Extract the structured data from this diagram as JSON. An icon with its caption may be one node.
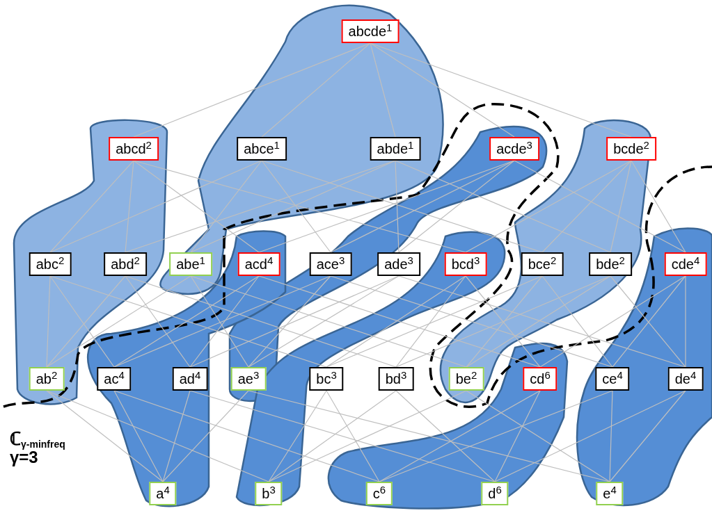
{
  "diagram": {
    "nodes": [
      {
        "text": [
          "abcde$^{1}$"
        ]
      },
      {
        "text": [
          "abcd$^{2}$"
        ]
      },
      {
        "text": [
          "abce$^{1}$"
        ]
      },
      {
        "text": [
          "abde$^{1}$"
        ]
      },
      {
        "text": [
          "acde$^{3}$"
        ]
      },
      {
        "text": [
          "bcde$^{2}$"
        ]
      },
      {
        "text": [
          "abc$^{2}$"
        ]
      },
      {
        "text": [
          "abd$^{2}$"
        ]
      },
      {
        "text": [
          "abe$^{1}$"
        ]
      },
      {
        "text": [
          "acd$^{4}$"
        ]
      },
      {
        "text": [
          "ace$^{3}$"
        ]
      },
      {
        "text": [
          "ade$^{3}$"
        ]
      },
      {
        "text": [
          "bcd$^{3}$"
        ]
      },
      {
        "text": [
          "bce$^{2}$"
        ]
      },
      {
        "text": [
          "bde$^{2}$"
        ]
      },
      {
        "text": [
          "cde$^{4}$"
        ]
      },
      {
        "text": [
          "ab$^{2}$"
        ]
      },
      {
        "text": [
          "ac$^{4}$"
        ]
      },
      {
        "text": [
          "ad$^{4}$"
        ]
      },
      {
        "text": [
          "ae$^{3}$"
        ]
      },
      {
        "text": [
          "bc$^{3}$"
        ]
      },
      {
        "text": [
          "bd$^{3}$"
        ]
      },
      {
        "text": [
          "be$^{2}$"
        ]
      },
      {
        "text": [
          "cd$^{6}$"
        ]
      },
      {
        "text": [
          "ce$^{4}$"
        ]
      },
      {
        "text": [
          "de$^{4}$"
        ]
      },
      {
        "text": [
          "a$^{4}$"
        ]
      },
      {
        "text": [
          "b$^{3}$"
        ]
      },
      {
        "text": [
          "c$^{6}$"
        ]
      },
      {
        "text": [
          "d$^{6}$"
        ]
      },
      {
        "text": [
          "e$^{4}$"
        ]
      }
    ],
    "edges": [
      {
        "from": 0,
        "to": 1,
        "arrow": "none"
      },
      {
        "from": 0,
        "to": 2,
        "arrow": "none"
      },
      {
        "from": 0,
        "to": 3,
        "arrow": "none"
      },
      {
        "from": 0,
        "to": 4,
        "arrow": "none"
      },
      {
        "from": 0,
        "to": 5,
        "arrow": "none"
      },
      {
        "from": 1,
        "to": 6,
        "arrow": "none"
      },
      {
        "from": 1,
        "to": 7,
        "arrow": "none"
      },
      {
        "from": 1,
        "to": 9,
        "arrow": "none"
      },
      {
        "from": 1,
        "to": 12,
        "arrow": "none"
      },
      {
        "from": 2,
        "to": 6,
        "arrow": "none"
      },
      {
        "from": 2,
        "to": 8,
        "arrow": "none"
      },
      {
        "from": 2,
        "to": 10,
        "arrow": "none"
      },
      {
        "from": 2,
        "to": 13,
        "arrow": "none"
      },
      {
        "from": 3,
        "to": 7,
        "arrow": "none"
      },
      {
        "from": 3,
        "to": 8,
        "arrow": "none"
      },
      {
        "from": 3,
        "to": 11,
        "arrow": "none"
      },
      {
        "from": 3,
        "to": 14,
        "arrow": "none"
      },
      {
        "from": 4,
        "to": 9,
        "arrow": "none"
      },
      {
        "from": 4,
        "to": 10,
        "arrow": "none"
      },
      {
        "from": 4,
        "to": 11,
        "arrow": "none"
      },
      {
        "from": 4,
        "to": 15,
        "arrow": "none"
      },
      {
        "from": 5,
        "to": 12,
        "arrow": "none"
      },
      {
        "from": 5,
        "to": 13,
        "arrow": "none"
      },
      {
        "from": 5,
        "to": 14,
        "arrow": "none"
      },
      {
        "from": 5,
        "to": 15,
        "arrow": "none"
      },
      {
        "from": 6,
        "to": 16,
        "arrow": "none"
      },
      {
        "from": 6,
        "to": 17,
        "arrow": "none"
      },
      {
        "from": 6,
        "to": 20,
        "arrow": "none"
      },
      {
        "from": 7,
        "to": 16,
        "arrow": "none"
      },
      {
        "from": 7,
        "to": 18,
        "arrow": "none"
      },
      {
        "from": 7,
        "to": 21,
        "arrow": "none"
      },
      {
        "from": 8,
        "to": 16,
        "arrow": "none"
      },
      {
        "from": 8,
        "to": 19,
        "arrow": "none"
      },
      {
        "from": 8,
        "to": 22,
        "arrow": "none"
      },
      {
        "from": 9,
        "to": 17,
        "arrow": "none"
      },
      {
        "from": 9,
        "to": 18,
        "arrow": "none"
      },
      {
        "from": 9,
        "to": 23,
        "arrow": "none"
      },
      {
        "from": 10,
        "to": 17,
        "arrow": "none"
      },
      {
        "from": 10,
        "to": 19,
        "arrow": "none"
      },
      {
        "from": 10,
        "to": 24,
        "arrow": "none"
      },
      {
        "from": 11,
        "to": 18,
        "arrow": "none"
      },
      {
        "from": 11,
        "to": 19,
        "arrow": "none"
      },
      {
        "from": 11,
        "to": 25,
        "arrow": "none"
      },
      {
        "from": 12,
        "to": 20,
        "arrow": "none"
      },
      {
        "from": 12,
        "to": 21,
        "arrow": "none"
      },
      {
        "from": 12,
        "to": 23,
        "arrow": "none"
      },
      {
        "from": 13,
        "to": 20,
        "arrow": "none"
      },
      {
        "from": 13,
        "to": 22,
        "arrow": "none"
      },
      {
        "from": 13,
        "to": 24,
        "arrow": "none"
      },
      {
        "from": 14,
        "to": 21,
        "arrow": "none"
      },
      {
        "from": 14,
        "to": 22,
        "arrow": "none"
      },
      {
        "from": 14,
        "to": 25,
        "arrow": "none"
      },
      {
        "from": 15,
        "to": 23,
        "arrow": "none"
      },
      {
        "from": 15,
        "to": 24,
        "arrow": "none"
      },
      {
        "from": 15,
        "to": 25,
        "arrow": "none"
      },
      {
        "from": 16,
        "to": 26,
        "arrow": "none"
      },
      {
        "from": 16,
        "to": 27,
        "arrow": "none"
      },
      {
        "from": 17,
        "to": 26,
        "arrow": "none"
      },
      {
        "from": 17,
        "to": 28,
        "arrow": "none"
      },
      {
        "from": 18,
        "to": 26,
        "arrow": "none"
      },
      {
        "from": 18,
        "to": 29,
        "arrow": "none"
      },
      {
        "from": 19,
        "to": 26,
        "arrow": "none"
      },
      {
        "from": 19,
        "to": 30,
        "arrow": "none"
      },
      {
        "from": 20,
        "to": 27,
        "arrow": "none"
      },
      {
        "from": 20,
        "to": 28,
        "arrow": "none"
      },
      {
        "from": 21,
        "to": 27,
        "arrow": "none"
      },
      {
        "from": 21,
        "to": 29,
        "arrow": "none"
      },
      {
        "from": 22,
        "to": 27,
        "arrow": "none"
      },
      {
        "from": 22,
        "to": 30,
        "arrow": "none"
      },
      {
        "from": 23,
        "to": 28,
        "arrow": "none"
      },
      {
        "from": 23,
        "to": 29,
        "arrow": "none"
      },
      {
        "from": 24,
        "to": 28,
        "arrow": "none"
      },
      {
        "from": 24,
        "to": 30,
        "arrow": "none"
      },
      {
        "from": 25,
        "to": 29,
        "arrow": "none"
      },
      {
        "from": 25,
        "to": 30,
        "arrow": "none"
      }
    ],
    "labels": [
      "ℂ$_{γ-minfreq}$",
      "γ=3"
    ]
  }
}
